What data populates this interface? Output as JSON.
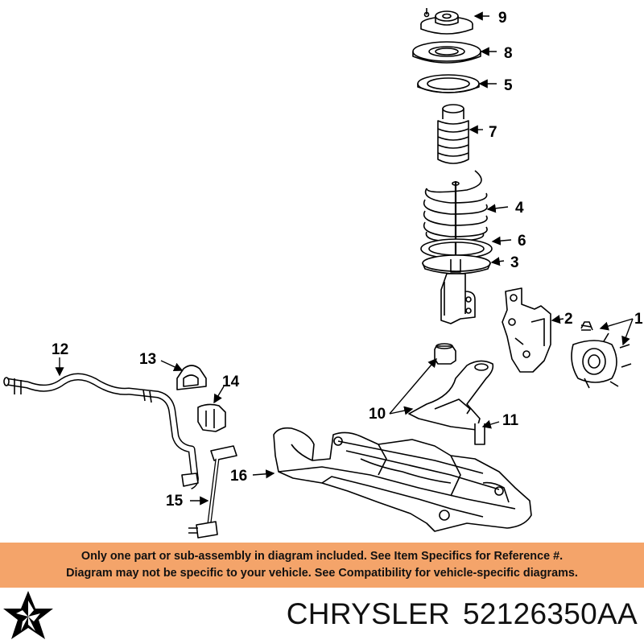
{
  "diagram": {
    "callouts": {
      "c1": "1",
      "c2": "2",
      "c3": "3",
      "c4": "4",
      "c5": "5",
      "c6": "6",
      "c7": "7",
      "c8": "8",
      "c9": "9",
      "c10": "10",
      "c11": "11",
      "c12": "12",
      "c13": "13",
      "c14": "14",
      "c15": "15",
      "c16": "16"
    }
  },
  "banner": {
    "line1": "Only one part or sub-assembly in diagram included. See Item Specifics for Reference #.",
    "line2": "Diagram may not be specific to your vehicle. See Compatibility for vehicle-specific diagrams.",
    "background": "#f4a46a"
  },
  "footer": {
    "brand": "CHRYSLER",
    "part_number": "52126350AA",
    "logo_icon": "pentastar-logo-icon"
  }
}
